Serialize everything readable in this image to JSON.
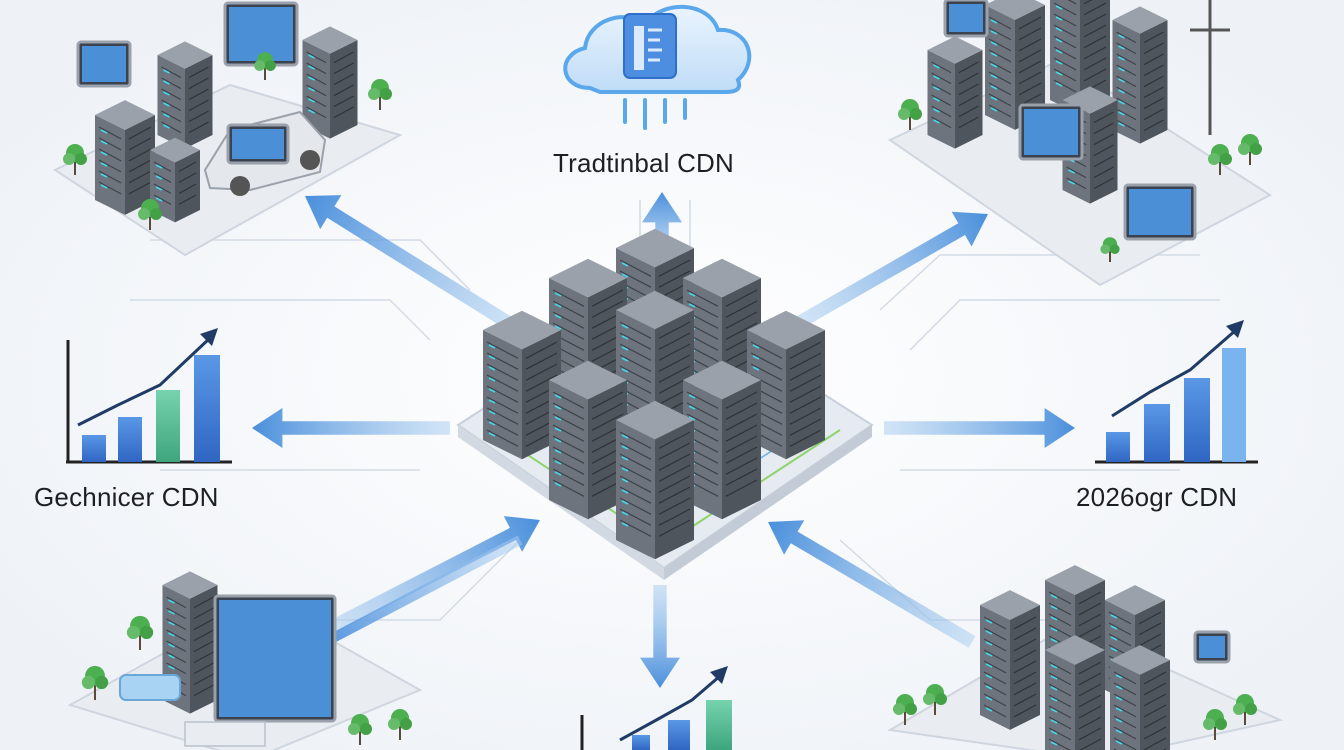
{
  "labels": {
    "top": "Tradtinbal CDN",
    "left": "Gechnicer CDN",
    "right": "2026ogr CDN"
  },
  "colors": {
    "background": "#f3f6fa",
    "arrow_blue": "#4a8fdc",
    "arrow_light": "#a9cdf0",
    "server_body": "#6e747d",
    "server_side": "#4f555d",
    "server_top": "#9aa1aa",
    "led_cyan": "#45d6e8",
    "plant_green": "#4caf50",
    "bar_blue": "#3f7fd6",
    "bar_green": "#5fc39b",
    "cloud_blue": "#5aa7ec",
    "platform": "#e9edf2"
  },
  "icons": {
    "center": "server-cluster-icon",
    "top": "cloud-storage-icon",
    "left_chart": "growth-bar-chart-icon",
    "right_chart": "growth-bar-chart-icon",
    "bottom_chart": "growth-bar-chart-icon",
    "top_left": "smart-city-car-icon",
    "top_right": "datacenter-icon",
    "bottom_left": "workstation-icon",
    "bottom_right": "server-rack-icon"
  }
}
